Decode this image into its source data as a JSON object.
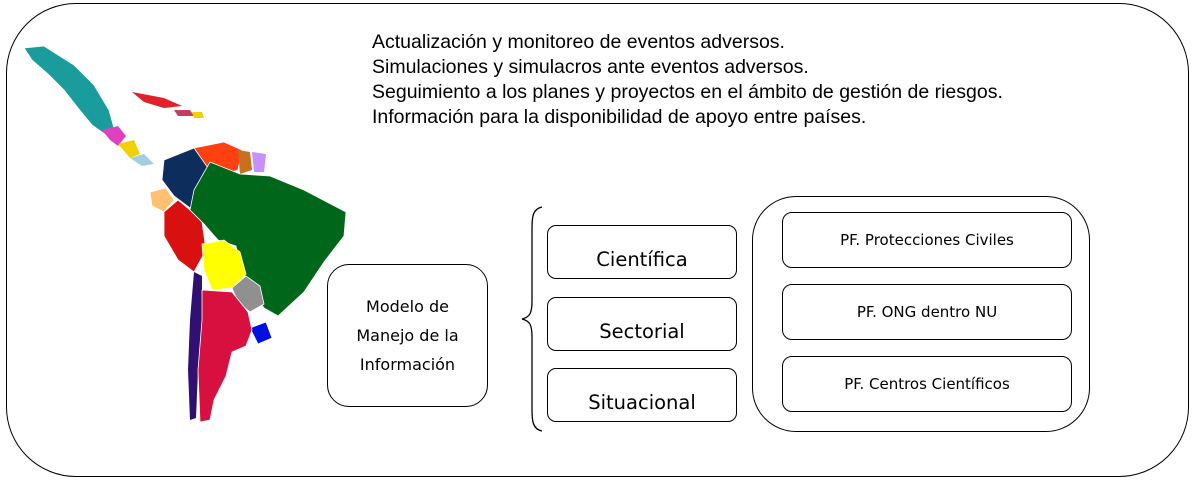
{
  "bullets": [
    "Actualización y monitoreo de eventos adversos.",
    "Simulaciones y simulacros ante eventos adversos.",
    "Seguimiento a los planes y proyectos en el ámbito de gestión de riesgos.",
    "Información para la disponibilidad de apoyo entre países."
  ],
  "model": {
    "line1": "Modelo de",
    "line2": "Manejo de la",
    "line3": "Información"
  },
  "categories": [
    "Científica",
    "Sectorial",
    "Situacional"
  ],
  "focal_points": [
    "PF. Protecciones Civiles",
    "PF. ONG dentro NU",
    "PF. Centros Científicos"
  ],
  "map_colors": {
    "mexico": "#1a9c9c",
    "cuba": "#e0202a",
    "central_america": "#e040c0",
    "colombia": "#0d2e5c",
    "venezuela": "#ff4010",
    "guyana": "#c87020",
    "suriname": "#c890ff",
    "ecuador": "#ffc070",
    "peru": "#d81010",
    "brazil": "#00661a",
    "bolivia": "#ffff00",
    "paraguay": "#909090",
    "uruguay": "#0010e0",
    "chile": "#301070",
    "argentina": "#d81040"
  }
}
